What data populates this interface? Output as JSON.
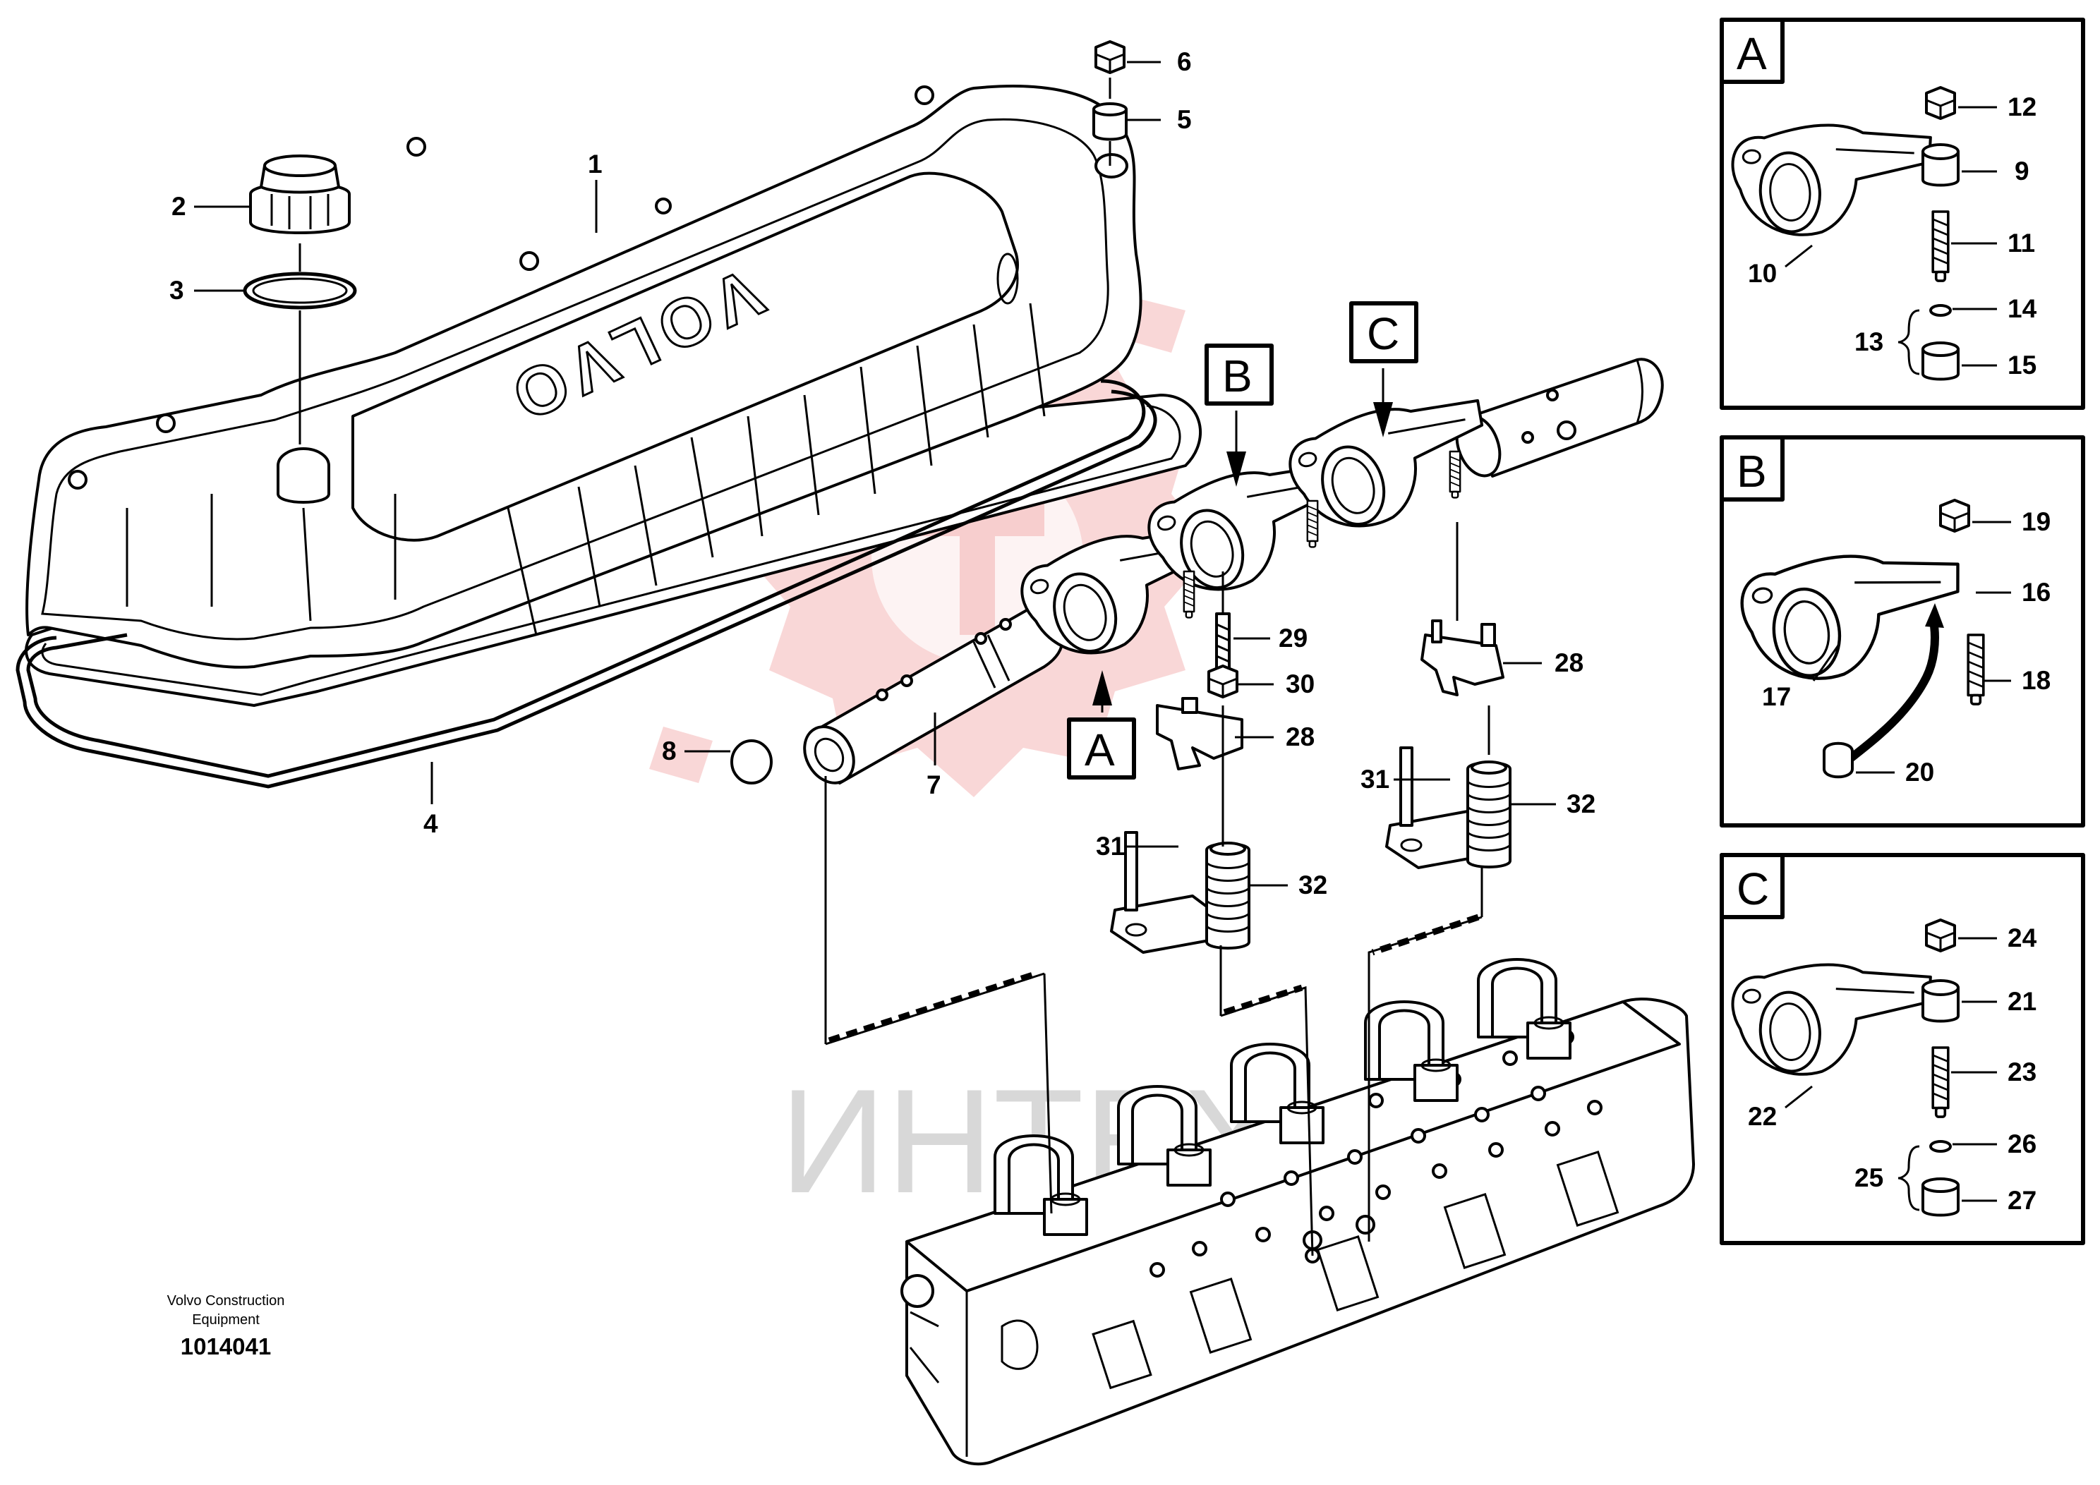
{
  "watermark": {
    "text": "ИНТЕХ",
    "color": "#e87070"
  },
  "logo_text": "VOLVO",
  "credit": {
    "line1": "Volvo Construction",
    "line2": "Equipment",
    "number": "1014041"
  },
  "main_labels": {
    "l1": "1",
    "l2": "2",
    "l3": "3",
    "l4": "4",
    "l5": "5",
    "l6": "6",
    "l7": "7",
    "l8": "8",
    "l28a": "28",
    "l28b": "28",
    "l29": "29",
    "l30": "30",
    "l31a": "31",
    "l31b": "31",
    "l32a": "32",
    "l32b": "32",
    "tagA": "A",
    "tagB": "B",
    "tagC": "C"
  },
  "panels": {
    "A": {
      "letter": "A",
      "labels": {
        "l9": "9",
        "l10": "10",
        "l11": "11",
        "l12": "12",
        "l13": "13",
        "l14": "14",
        "l15": "15"
      }
    },
    "B": {
      "letter": "B",
      "labels": {
        "l16": "16",
        "l17": "17",
        "l18": "18",
        "l19": "19",
        "l20": "20"
      }
    },
    "C": {
      "letter": "C",
      "labels": {
        "l21": "21",
        "l22": "22",
        "l23": "23",
        "l24": "24",
        "l25": "25",
        "l26": "26",
        "l27": "27"
      }
    }
  }
}
